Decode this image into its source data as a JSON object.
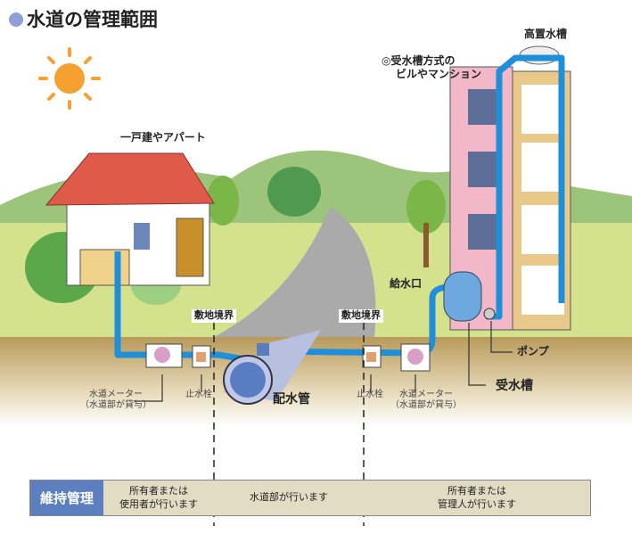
{
  "title": "水道の管理範囲",
  "labels": {
    "building_type": "◎受水槽方式の",
    "building_type_2": "ビルやマンション",
    "elevated_tank": "高置水槽",
    "house": "一戸建やアパート",
    "inlet": "給水口",
    "boundary_left": "敷地境界",
    "boundary_right": "敷地境界",
    "pump": "ポンプ",
    "receiving_tank": "受水槽",
    "main_pipe": "配水管",
    "meter_left": "水道メーター",
    "meter_left_note": "（水道部が貸与）",
    "valve_left": "止水栓",
    "valve_right": "止水栓",
    "meter_right": "水道メーター",
    "meter_right_note": "（水道部が貸与）"
  },
  "table": {
    "header": "維持管理",
    "cells": [
      {
        "line1": "所有者または",
        "line2": "使用者が行います"
      },
      {
        "line1": "水道部が行います"
      },
      {
        "line1": "所有者または",
        "line2": "管理人が行います"
      }
    ]
  },
  "colors": {
    "pipe": "#1e8fd8",
    "header": "#5b7fbf",
    "table_bg": "#e3dcc4"
  }
}
